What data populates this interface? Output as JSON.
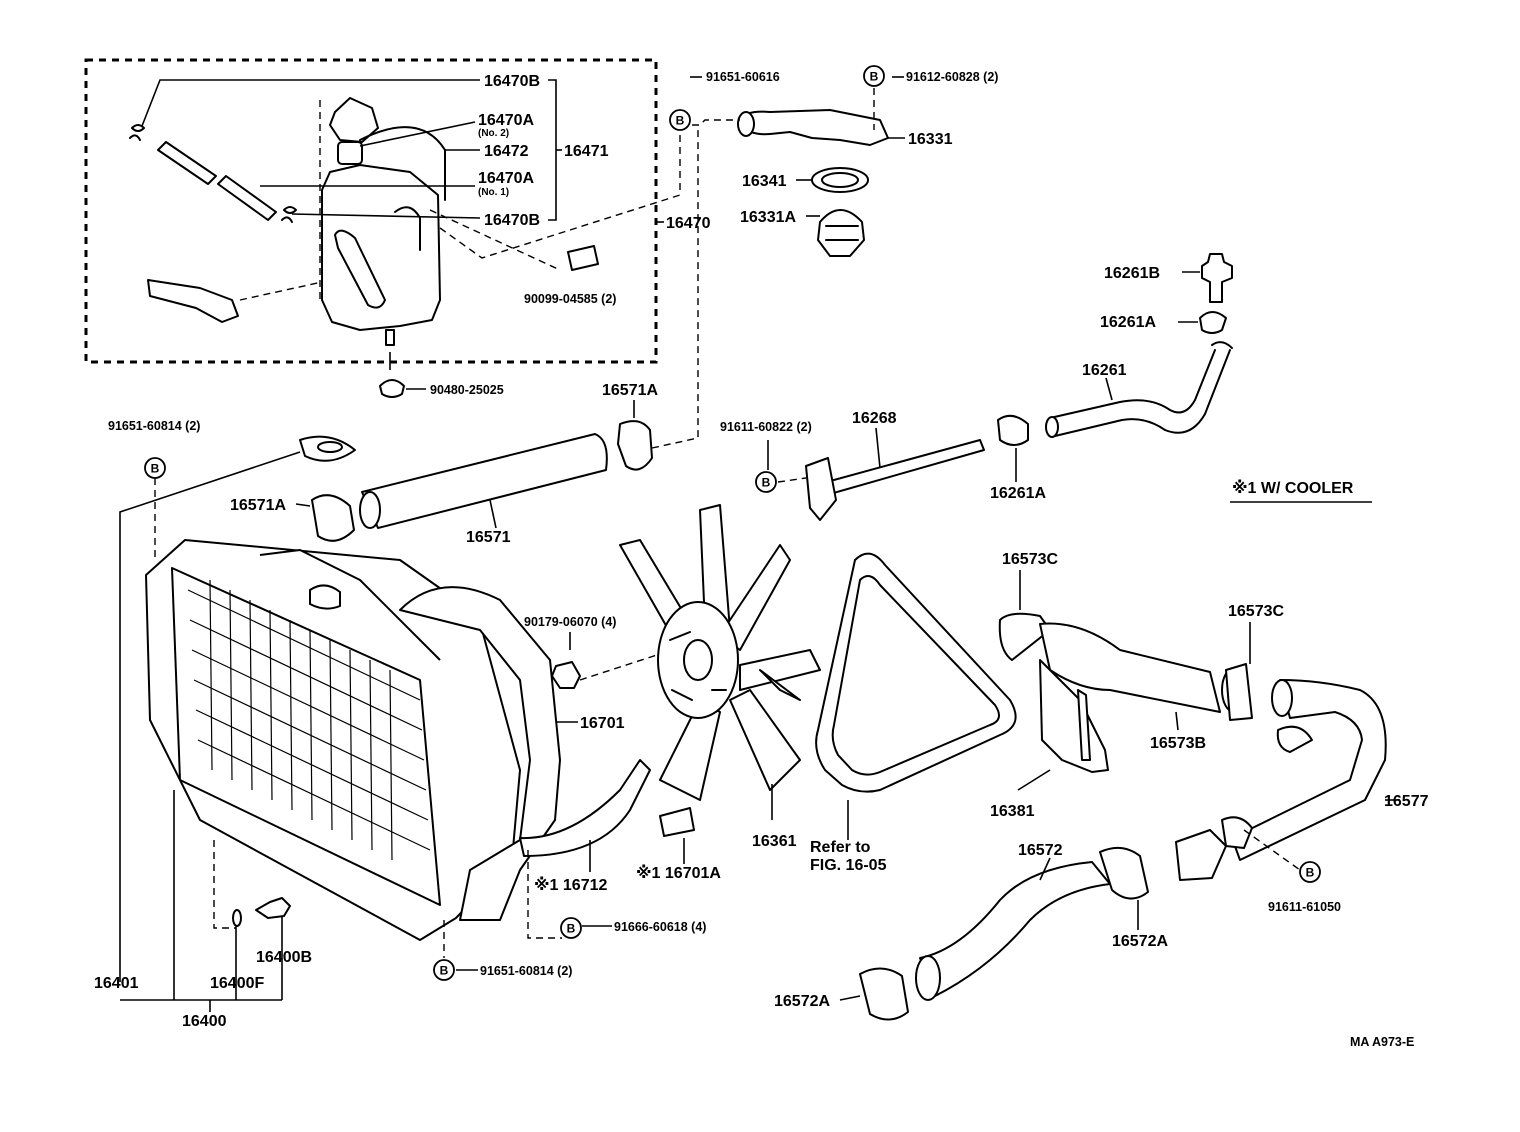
{
  "callouts": {
    "c16470B_a": "16470B",
    "c16470A_a": "16470A",
    "c16470A_a_sub": "(No. 2)",
    "c16472": "16472",
    "c16471": "16471",
    "c16470A_b": "16470A",
    "c16470A_b_sub": "(No. 1)",
    "c16470B_b": "16470B",
    "c16470": "16470",
    "c90099": "90099-04585 (2)",
    "c90480": "90480-25025",
    "c91651_616": "91651-60616",
    "c91612": "91612-60828 (2)",
    "c16331": "16331",
    "c16341": "16341",
    "c16331A": "16331A",
    "c16261B": "16261B",
    "c16261A_top": "16261A",
    "c16261": "16261",
    "c16571A_top": "16571A",
    "c91651_814_top": "91651-60814 (2)",
    "c16571A_left": "16571A",
    "c16571": "16571",
    "c91611_822": "91611-60822 (2)",
    "c16268": "16268",
    "c16261A_mid": "16261A",
    "c_cooler": "※1 W/ COOLER",
    "c16573C_a": "16573C",
    "c16573C_b": "16573C",
    "c90179": "90179-06070 (4)",
    "c16701": "16701",
    "c16573B": "16573B",
    "c16381": "16381",
    "c16577": "16577",
    "c16361": "16361",
    "c_refer1": "Refer to",
    "c_refer2": "FIG. 16-05",
    "c16712": "※1 16712",
    "c16701A": "※1 16701A",
    "c16572": "16572",
    "c91611_050": "91611-61050",
    "c16572A_mid": "16572A",
    "c16572A_low": "16572A",
    "c91666": "91666-60618 (4)",
    "c91651_814_bot": "91651-60814 (2)",
    "c16400B": "16400B",
    "c16401": "16401",
    "c16400F": "16400F",
    "c16400": "16400",
    "code": "MA  A973-E"
  },
  "badge_letter": "B"
}
